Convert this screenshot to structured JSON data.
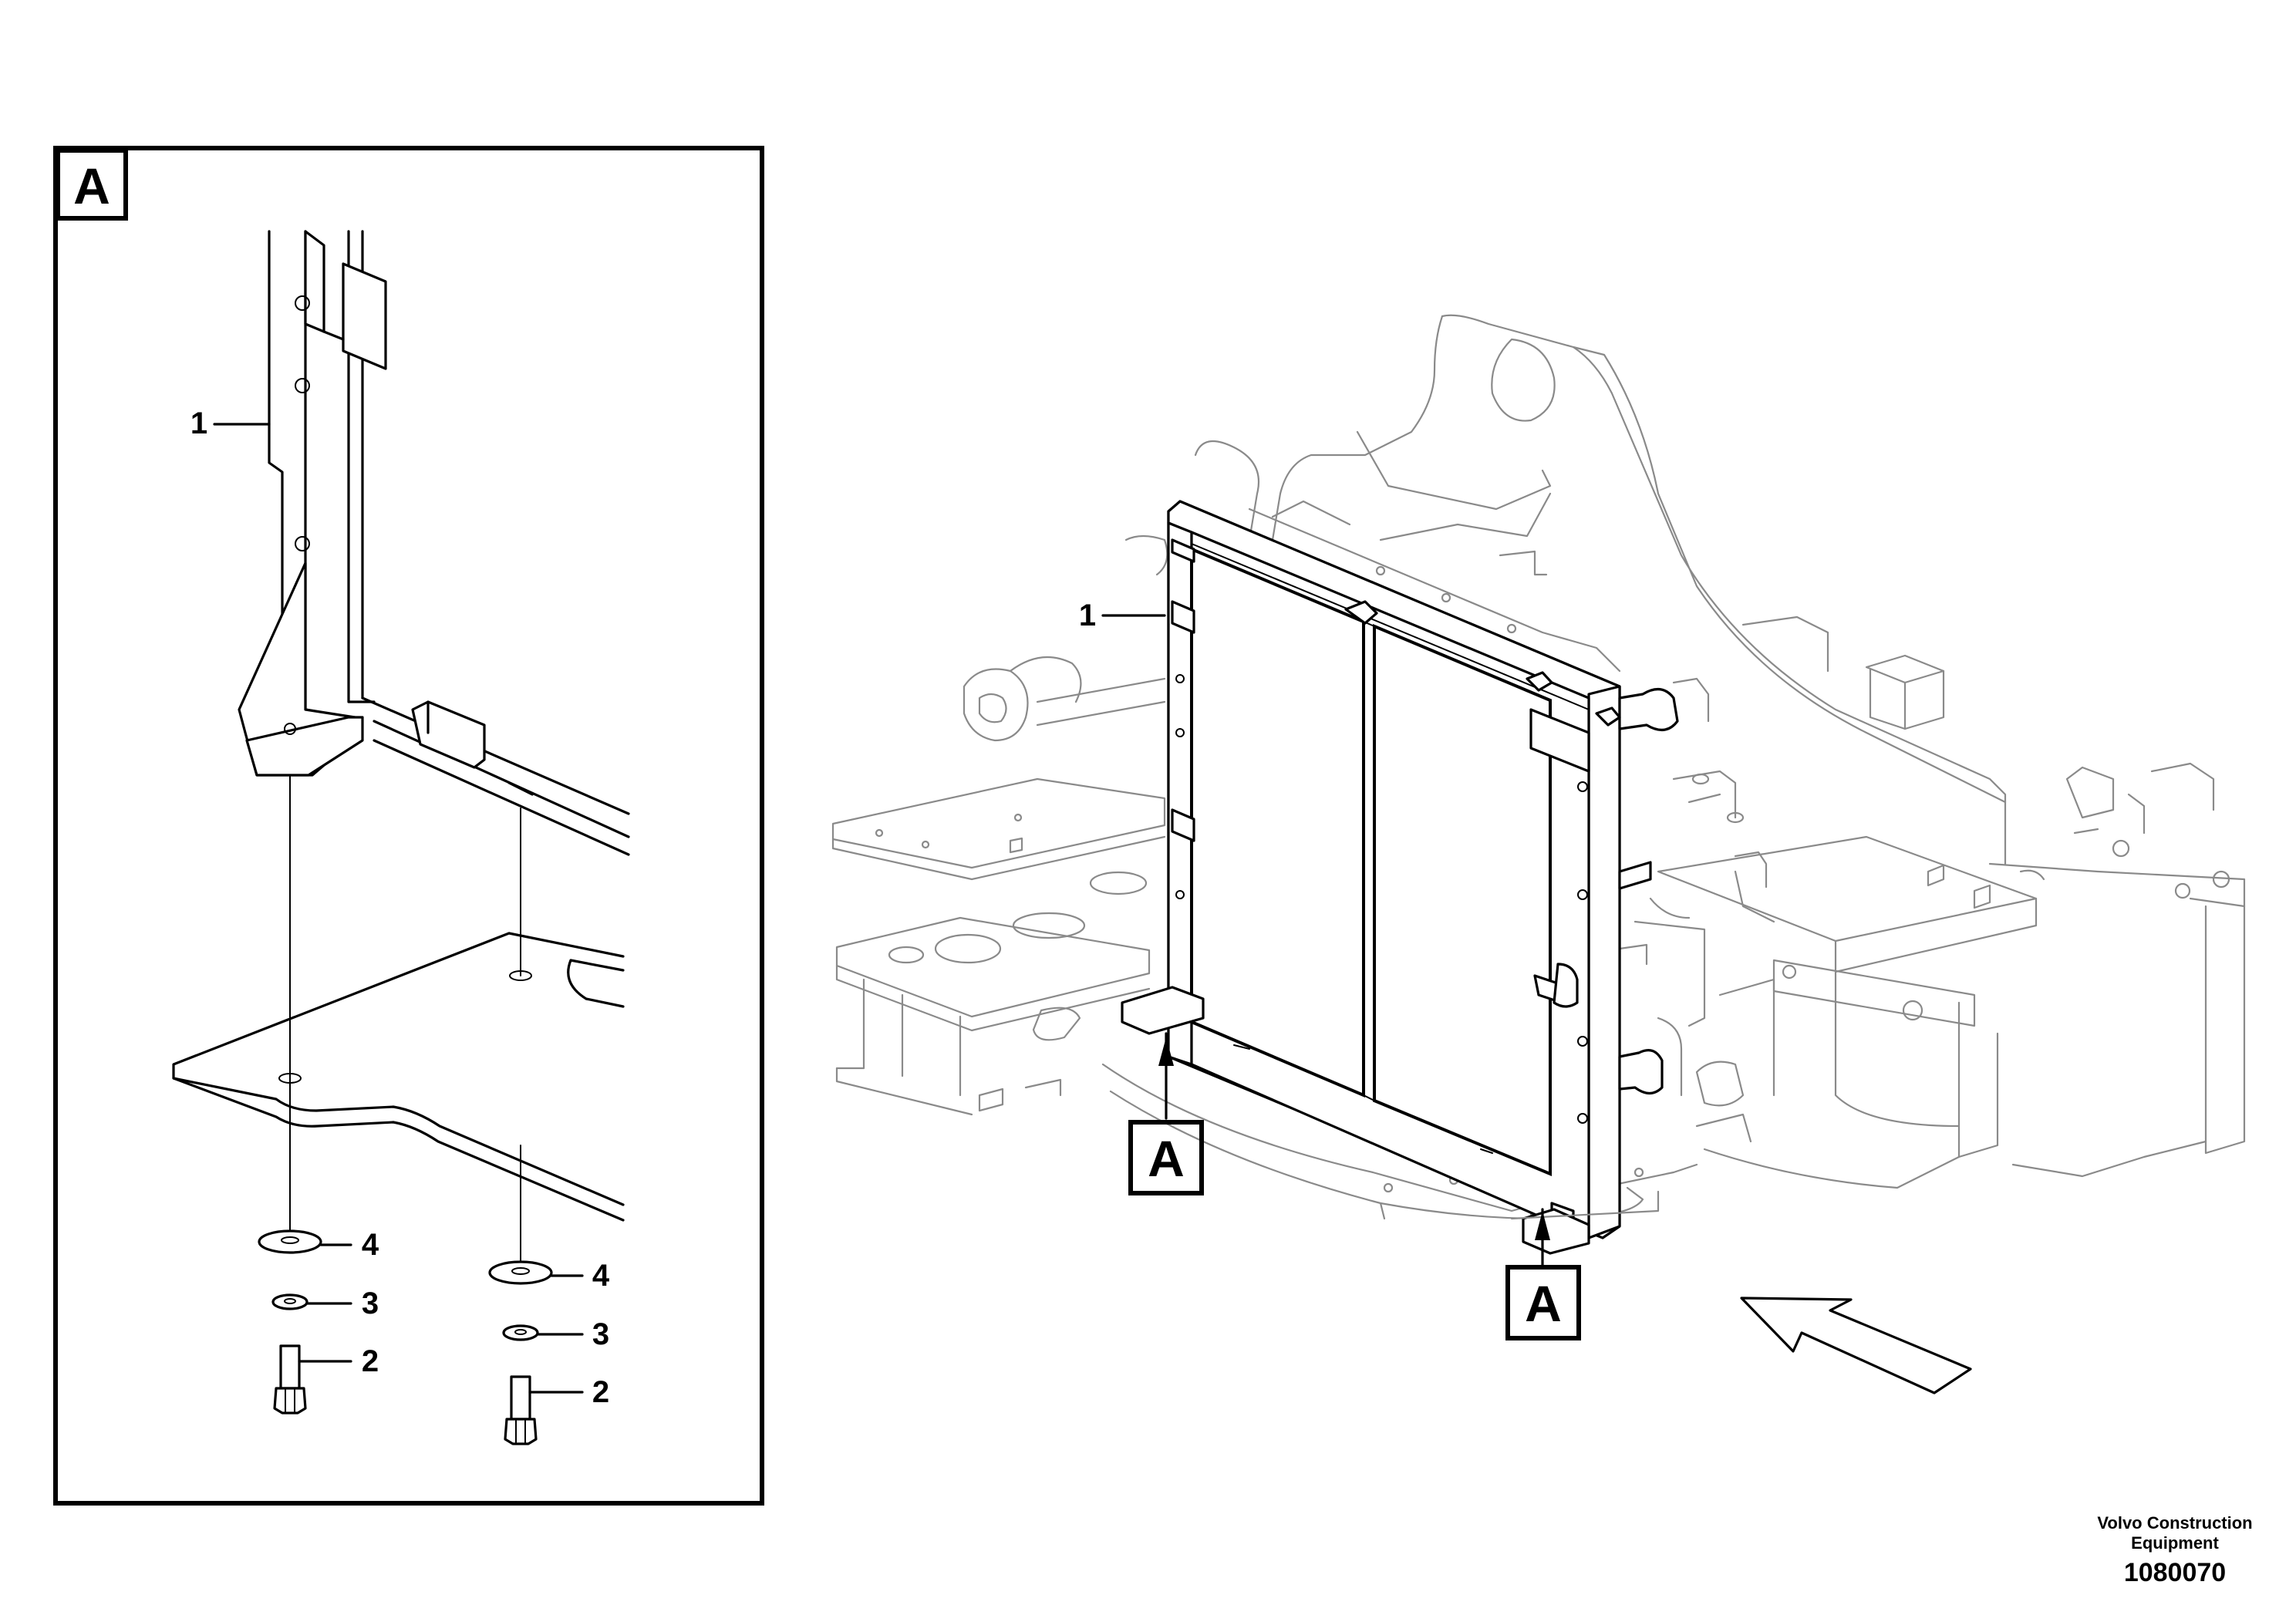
{
  "detail_view": {
    "label": "A",
    "callouts": {
      "radiator": "1",
      "washer_left": "4",
      "lock_washer_left": "3",
      "bolt_left": "2",
      "washer_right": "4",
      "lock_washer_right": "3",
      "bolt_right": "2"
    }
  },
  "main_view": {
    "radiator_callout": "1",
    "view_marker_left": "A",
    "view_marker_right": "A"
  },
  "footer": {
    "company_line1": "Volvo Construction",
    "company_line2": "Equipment",
    "drawing_number": "1080070"
  }
}
